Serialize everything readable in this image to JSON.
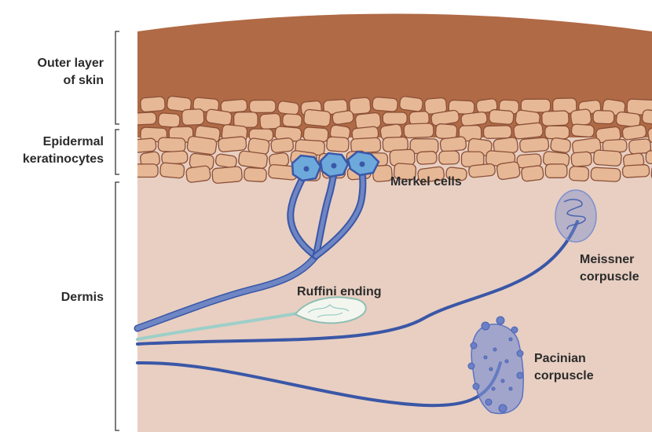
{
  "layers": {
    "outer": {
      "line1": "Outer layer",
      "line2": "of skin"
    },
    "epidermal": {
      "line1": "Epidermal",
      "line2": "keratinocytes"
    },
    "dermis": {
      "label": "Dermis"
    }
  },
  "structures": {
    "merkel": {
      "label": "Merkel cells"
    },
    "ruffini": {
      "label": "Ruffini ending"
    },
    "meissner": {
      "line1": "Meissner",
      "line2": "corpuscle"
    },
    "pacinian": {
      "line1": "Pacinian",
      "line2": "corpuscle"
    }
  },
  "colors": {
    "outer_layer": "#b06a45",
    "keratinocyte_fill": "#e7b896",
    "keratinocyte_stroke": "#8a5038",
    "dermis": "#e8cfc2",
    "nerve": "#3a57a7",
    "nerve_light": "#6f86c4",
    "merkel_cell": "#6ea9dc",
    "ruffini_nerve": "#9ccfc8",
    "corpuscle_fill": "#7d8fcf"
  }
}
